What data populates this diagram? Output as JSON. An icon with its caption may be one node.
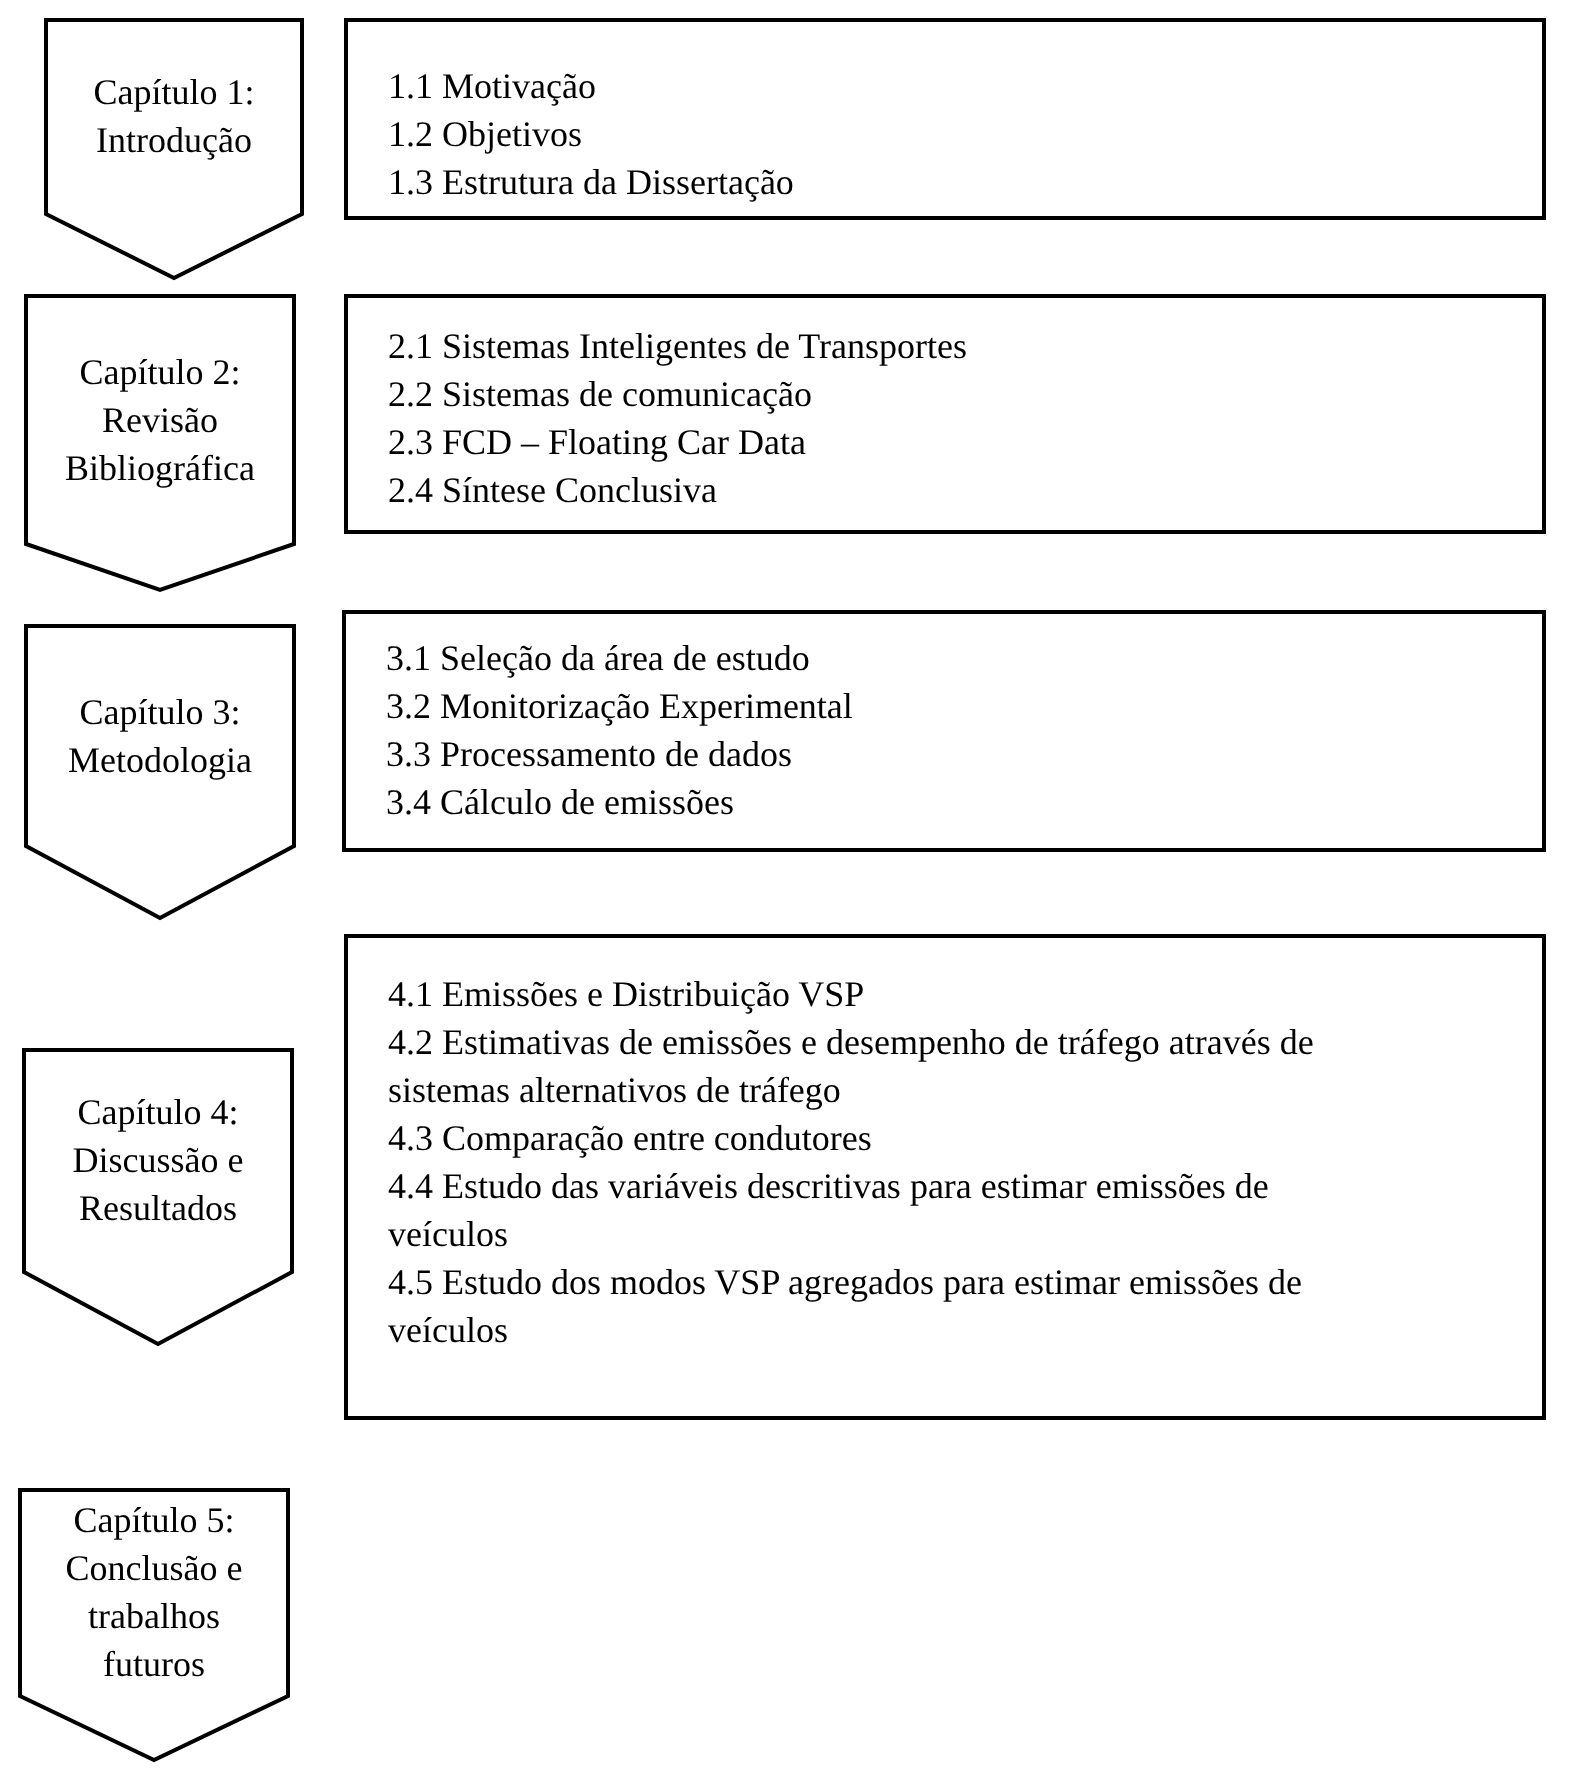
{
  "diagram": {
    "nodes": [
      {
        "text": [
          "Capítulo 1: Introdução"
        ]
      },
      {
        "text": [
          "1.1 Motivação",
          "1.2 Objetivos",
          "1.3 Estrutura da Dissertação"
        ]
      },
      {
        "text": [
          "Capítulo 2: Revisão Bibliográfica"
        ]
      },
      {
        "text": [
          "2.1 Sistemas Inteligentes de Transportes",
          "2.2 Sistemas de comunicação",
          "2.3 FCD – Floating Car Data",
          "2.4 Síntese Conclusiva"
        ]
      },
      {
        "text": [
          "Capítulo 3: Metodologia"
        ]
      },
      {
        "text": [
          "3.1 Seleção da área de estudo",
          "3.2 Monitorização Experimental",
          "3.3 Processamento de dados",
          "3.4 Cálculo de emissões"
        ]
      },
      {
        "text": [
          "Capítulo 4: Discussão e Resultados"
        ]
      },
      {
        "text": [
          "4.1 Emissões e Distribuição VSP",
          "4.2 Estimativas de emissões e desempenho de tráfego através de sistemas alternativos de tráfego",
          "4.3 Comparação entre condutores",
          "4.4 Estudo das variáveis descritivas para estimar emissões de veículos",
          "4.5 Estudo dos modos VSP agregados para estimar emissões de veículos"
        ]
      },
      {
        "text": [
          "Capítulo 5: Conclusão e trabalhos futuros"
        ]
      }
    ],
    "edges": []
  }
}
